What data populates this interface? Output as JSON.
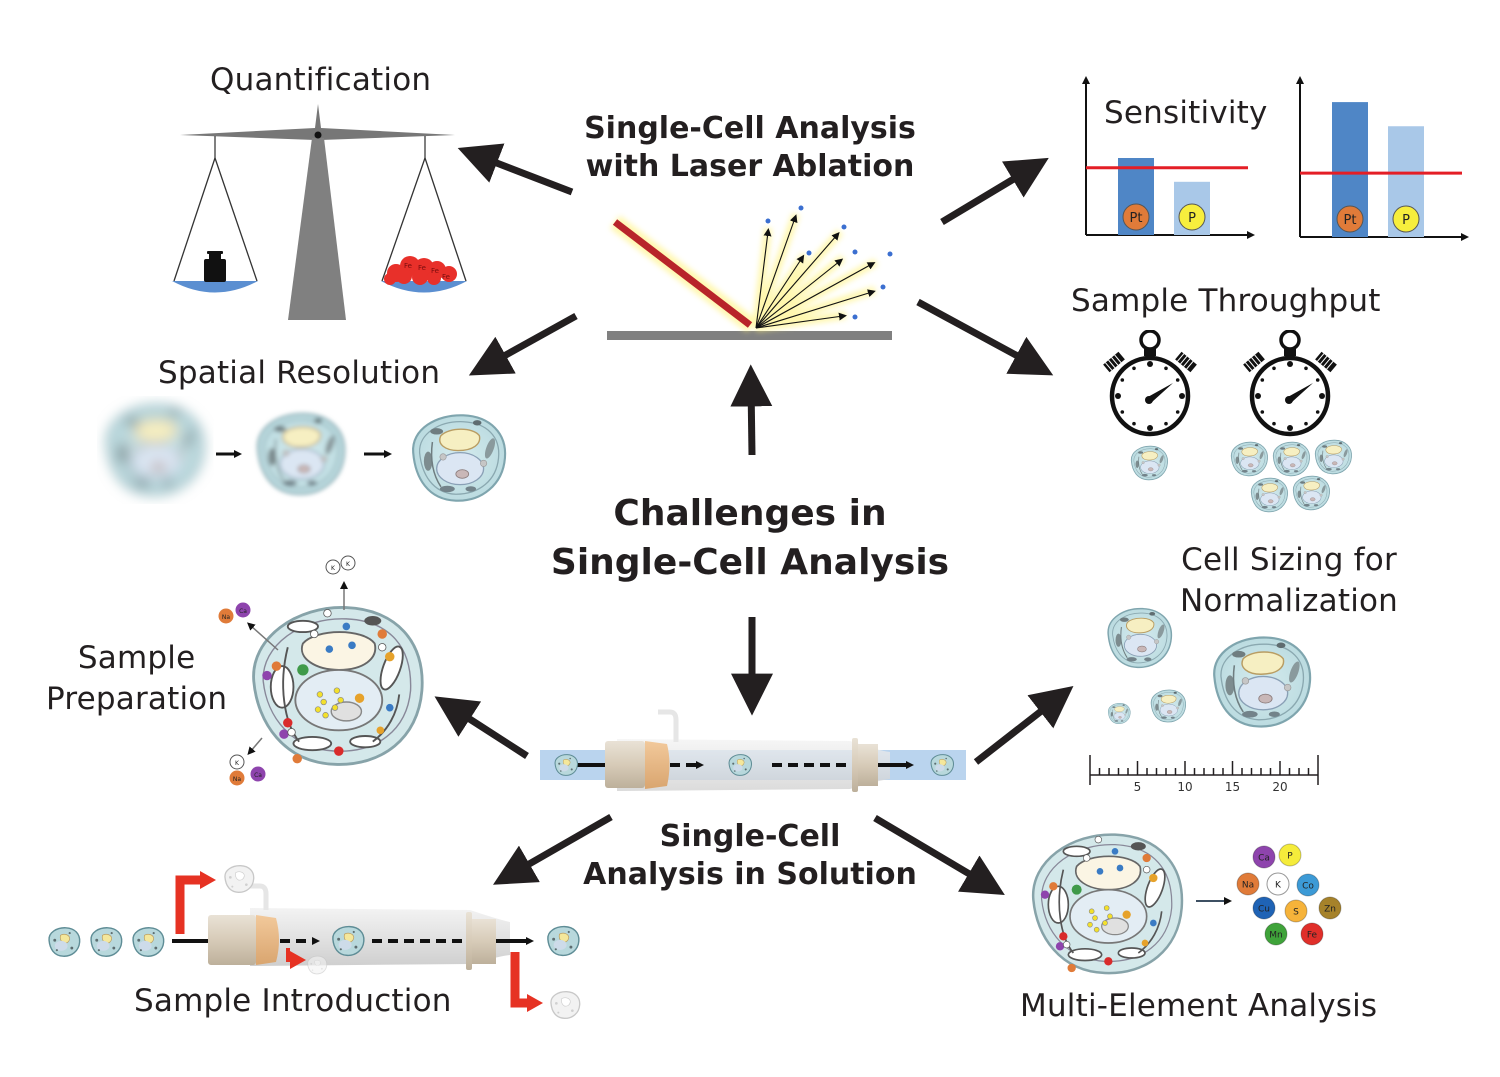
{
  "diagram": {
    "center_title": {
      "line1": "Challenges in",
      "line2": "Single-Cell Analysis"
    },
    "top_hub": {
      "line1": "Single-Cell Analysis",
      "line2": "with Laser Ablation"
    },
    "bottom_hub": {
      "line1": "Single-Cell",
      "line2": "Analysis in Solution"
    },
    "challenges": {
      "quantification": "Quantification",
      "spatial_resolution": "Spatial Resolution",
      "sensitivity": "Sensitivity",
      "sample_throughput": "Sample Throughput",
      "cell_sizing": {
        "line1": "Cell Sizing for",
        "line2": "Normalization"
      },
      "sample_preparation": {
        "line1": "Sample",
        "line2": "Preparation"
      },
      "sample_introduction": "Sample Introduction",
      "multi_element": "Multi-Element Analysis"
    },
    "sensitivity_charts": {
      "bar_labels": [
        "Pt",
        "P"
      ],
      "colors": {
        "pt_bar": "#4f86c6",
        "p_bar": "#a9c8e8",
        "threshold": "#e41e26",
        "pt_circle": "#e07b39",
        "p_circle": "#f7ee3d"
      }
    },
    "quantification_scale": {
      "sample_label": "Fe"
    },
    "ruler": {
      "ticks": [
        "5",
        "10",
        "15",
        "20"
      ]
    },
    "ions_sample_prep": [
      "K",
      "K",
      "Na",
      "Ca",
      "K",
      "Na",
      "Ca"
    ],
    "elements": [
      {
        "symbol": "Ca",
        "color": "#8e44ad"
      },
      {
        "symbol": "P",
        "color": "#f5ec3b"
      },
      {
        "symbol": "Na",
        "color": "#e07b39"
      },
      {
        "symbol": "K",
        "color": "#ffffff"
      },
      {
        "symbol": "Co",
        "color": "#3c9ad6"
      },
      {
        "symbol": "Cu",
        "color": "#1f63b5"
      },
      {
        "symbol": "S",
        "color": "#f6b33a"
      },
      {
        "symbol": "Zn",
        "color": "#a6822a"
      },
      {
        "symbol": "Mn",
        "color": "#3fa33a"
      },
      {
        "symbol": "Fe",
        "color": "#e02f2a"
      }
    ]
  },
  "chart_data": [
    {
      "type": "bar",
      "title": "Sensitivity (low)",
      "categories": [
        "Pt",
        "P"
      ],
      "values": [
        0.55,
        0.38
      ],
      "threshold": 0.48,
      "xlabel": "",
      "ylabel": "",
      "ylim": [
        0,
        1
      ]
    },
    {
      "type": "bar",
      "title": "Sensitivity (high)",
      "categories": [
        "Pt",
        "P"
      ],
      "values": [
        0.95,
        0.78
      ],
      "threshold": 0.45,
      "xlabel": "",
      "ylabel": "",
      "ylim": [
        0,
        1
      ]
    }
  ]
}
